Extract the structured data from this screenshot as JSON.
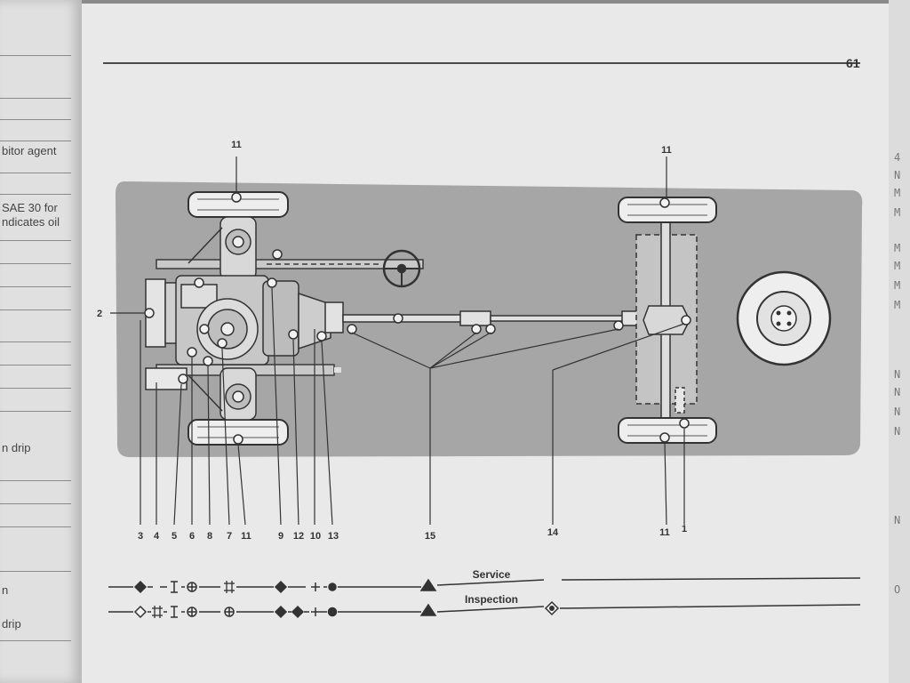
{
  "page_number": "61",
  "left_page_fragments": [
    "bitor agent",
    "SAE 30 for",
    "ndicates oil",
    "n drip",
    "n",
    "drip"
  ],
  "right_edge_fragments": [
    "4",
    "N",
    "M",
    "M",
    "M",
    "M",
    "M",
    "M",
    "N",
    "N",
    "N",
    "N",
    "N",
    "O"
  ],
  "callouts": {
    "c1": "1",
    "c2": "2",
    "c3": "3",
    "c4": "4",
    "c5": "5",
    "c6": "6",
    "c7": "7",
    "c8": "8",
    "c9": "9",
    "c10": "10",
    "c11": "11",
    "c12": "12",
    "c13": "13",
    "c14": "14",
    "c15": "15"
  },
  "legend": {
    "service_label": "Service",
    "inspection_label": "Inspection"
  },
  "colors": {
    "page": "#e9e9e9",
    "diagram_bg": "#a6a6a6",
    "ink": "#3a3a3a"
  }
}
